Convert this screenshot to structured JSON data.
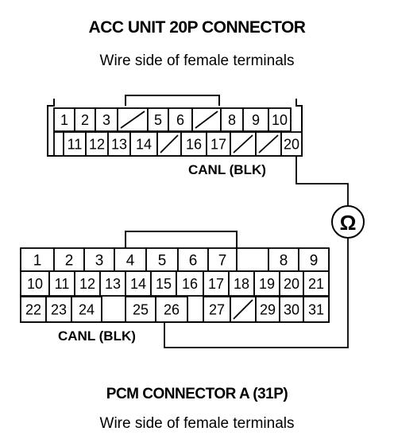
{
  "acc_connector": {
    "title": "ACC UNIT 20P CONNECTOR",
    "subtitle": "Wire side of female terminals",
    "row1": [
      "1",
      "2",
      "3",
      "",
      "5",
      "6",
      "",
      "8",
      "9",
      "10"
    ],
    "row2": [
      "",
      "11",
      "12",
      "13",
      "14",
      "",
      "16",
      "17",
      "",
      "",
      "20"
    ],
    "wire_label": "CANL (BLK)"
  },
  "ohmmeter": {
    "symbol": "Ω",
    "icon": "ohmmeter-icon"
  },
  "pcm_connector": {
    "title": "PCM CONNECTOR A (31P)",
    "subtitle": "Wire side of female terminals",
    "row1": [
      "1",
      "2",
      "3",
      "4",
      "5",
      "6",
      "7",
      "",
      "8",
      "9"
    ],
    "row2": [
      "10",
      "11",
      "12",
      "13",
      "14",
      "15",
      "16",
      "17",
      "18",
      "19",
      "20",
      "21"
    ],
    "row3": [
      "22",
      "23",
      "24",
      "",
      "25",
      "26",
      "",
      "27",
      "",
      "29",
      "30",
      "31"
    ],
    "wire_label": "CANL (BLK)"
  }
}
